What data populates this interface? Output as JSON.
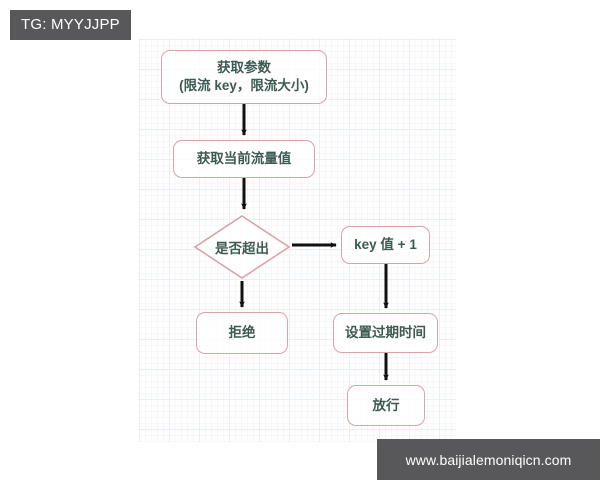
{
  "badge": {
    "label": "TG: MYYJJPP"
  },
  "watermark": {
    "text": "www.baijialemoniqicn.com"
  },
  "colors": {
    "node_border": "#d9a3a8",
    "node_text": "#3d5a52",
    "arrow": "#111111",
    "badge_background": "#58585a",
    "badge_text": "#ffffff",
    "grid_major": "#eceff1",
    "grid_minor": "#f6f7f8",
    "canvas_background": "#fefefe"
  },
  "diagram": {
    "type": "flowchart",
    "title": "",
    "nodes": [
      {
        "id": "start",
        "shape": "rounded-rect",
        "lines": [
          "获取参数",
          "(限流 key，限流大小)"
        ]
      },
      {
        "id": "current",
        "shape": "rounded-rect",
        "lines": [
          "获取当前流量值"
        ]
      },
      {
        "id": "decision",
        "shape": "diamond",
        "lines": [
          "是否超出"
        ]
      },
      {
        "id": "reject",
        "shape": "rounded-rect",
        "lines": [
          "拒绝"
        ]
      },
      {
        "id": "keyinc",
        "shape": "rounded-rect",
        "lines": [
          "key 值 + 1"
        ]
      },
      {
        "id": "expire",
        "shape": "rounded-rect",
        "lines": [
          "设置过期时间"
        ]
      },
      {
        "id": "pass",
        "shape": "rounded-rect",
        "lines": [
          "放行"
        ]
      }
    ],
    "edges": [
      {
        "from": "start",
        "to": "current",
        "label": "",
        "direction": "down"
      },
      {
        "from": "current",
        "to": "decision",
        "label": "",
        "direction": "down"
      },
      {
        "from": "decision",
        "to": "reject",
        "label": "",
        "direction": "down"
      },
      {
        "from": "decision",
        "to": "keyinc",
        "label": "",
        "direction": "right"
      },
      {
        "from": "keyinc",
        "to": "expire",
        "label": "",
        "direction": "down"
      },
      {
        "from": "expire",
        "to": "pass",
        "label": "",
        "direction": "down"
      }
    ]
  }
}
